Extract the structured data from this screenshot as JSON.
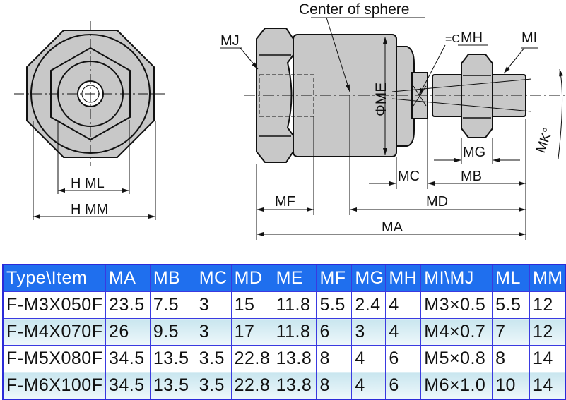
{
  "drawing": {
    "center_label": "Center of sphere",
    "labels": {
      "MJ": "MJ",
      "MH": "MH",
      "MI": "MI",
      "ME": "ΦME",
      "MK": "MK°",
      "MG": "MG",
      "MC": "MC",
      "MB": "MB",
      "MF": "MF",
      "MD": "MD",
      "MA": "MA",
      "HML": "H  ML",
      "HMM": "H  MM"
    },
    "colors": {
      "fill": "#c8c8c8",
      "line": "#111111"
    }
  },
  "table": {
    "headers": [
      "Type\\Item",
      "MA",
      "MB",
      "MC",
      "MD",
      "ME",
      "MF",
      "MG",
      "MH",
      "MI\\MJ",
      "ML",
      "MM"
    ],
    "rows": [
      [
        "F-M3X050F",
        "23.5",
        "7.5",
        "3",
        "15",
        "11.8",
        "5.5",
        "2.4",
        "4",
        "M3×0.5",
        "5.5",
        "12"
      ],
      [
        "F-M4X070F",
        "26",
        "9.5",
        "3",
        "17",
        "11.8",
        "6",
        "3",
        "4",
        "M4×0.7",
        "7",
        "12"
      ],
      [
        "F-M5X080F",
        "34.5",
        "13.5",
        "3.5",
        "22.8",
        "13.8",
        "8",
        "4",
        "6",
        "M5×0.8",
        "8",
        "14"
      ],
      [
        "F-M6X100F",
        "34.5",
        "13.5",
        "3.5",
        "22.8",
        "13.8",
        "8",
        "4",
        "6",
        "M6×1.0",
        "10",
        "14"
      ]
    ],
    "colors": {
      "header_bg": "#1f6fee",
      "border": "#2b2bd9",
      "alt_row": "#c9e6ef"
    }
  }
}
